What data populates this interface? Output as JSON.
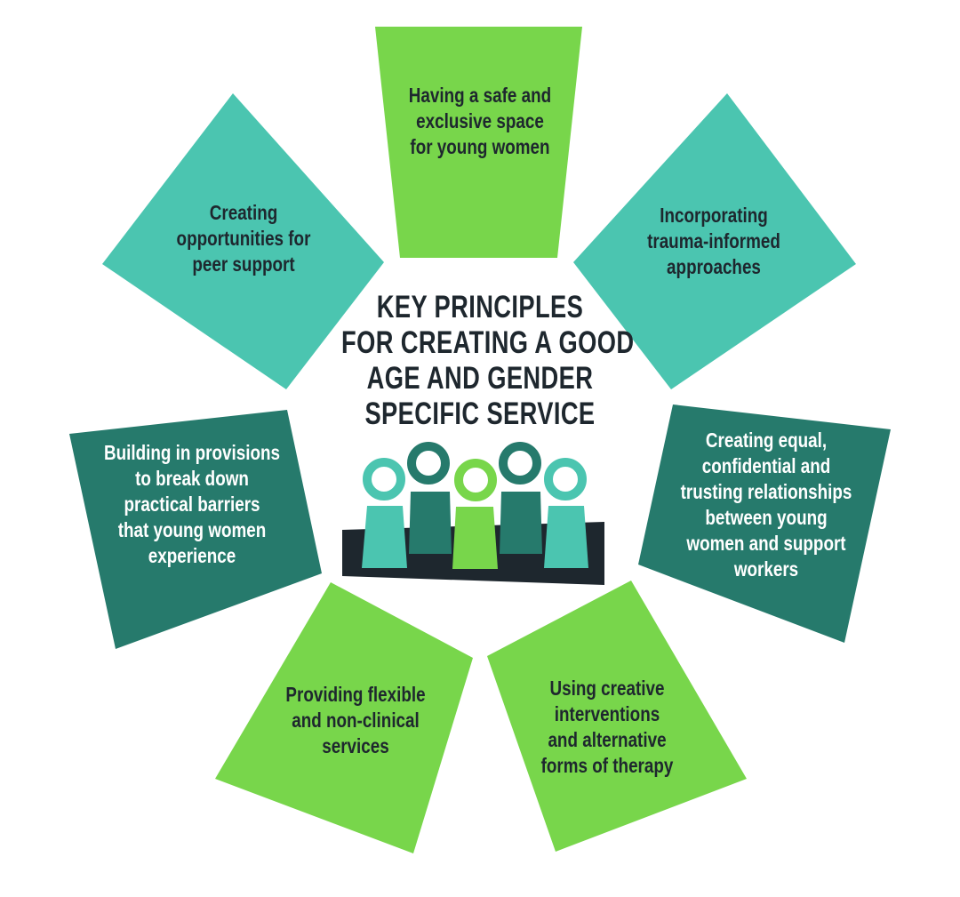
{
  "title": {
    "lines": [
      "KEY PRINCIPLES",
      "FOR CREATING A GOOD",
      "AGE AND GENDER",
      "SPECIFIC SERVICE"
    ]
  },
  "colors": {
    "green": "#78d64b",
    "teal": "#4bc5b0",
    "dark_teal": "#267a6c",
    "charcoal": "#1e272e"
  },
  "principles": [
    {
      "id": "safe-space",
      "lines": [
        "Having a safe and",
        "exclusive space",
        "for young women"
      ]
    },
    {
      "id": "trauma-informed",
      "lines": [
        "Incorporating",
        "trauma-informed",
        "approaches"
      ]
    },
    {
      "id": "relationships",
      "lines": [
        "Creating equal,",
        "confidential and",
        "trusting relationships",
        "between young",
        "women and support",
        "workers"
      ]
    },
    {
      "id": "creative-interventions",
      "lines": [
        "Using creative",
        "interventions",
        "and alternative",
        "forms of therapy"
      ]
    },
    {
      "id": "flexible-services",
      "lines": [
        "Providing flexible",
        "and non-clinical",
        "services"
      ]
    },
    {
      "id": "practical-barriers",
      "lines": [
        "Building in provisions",
        "to break down",
        "practical barriers",
        "that young women",
        "experience"
      ]
    },
    {
      "id": "peer-support",
      "lines": [
        "Creating",
        "opportunities for",
        "peer support"
      ]
    }
  ]
}
